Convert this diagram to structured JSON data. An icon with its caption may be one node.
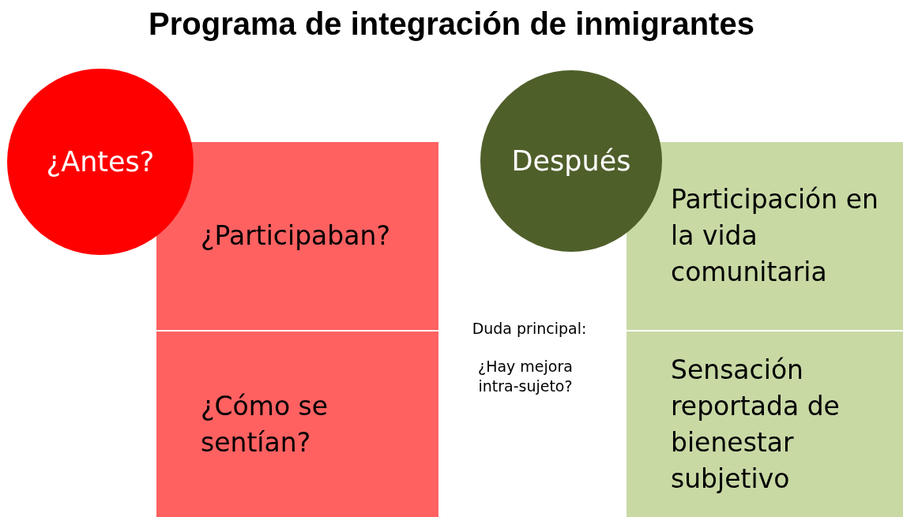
{
  "diagram": {
    "title": "Programa de integración de inmigrantes",
    "nodes": [
      {
        "text": [
          "¿Antes?"
        ]
      },
      {
        "text": [
          "¿Participaban?"
        ]
      },
      {
        "text": [
          "¿Cómo se sentían?"
        ]
      },
      {
        "text": [
          "Después"
        ]
      },
      {
        "text": [
          "Participación en la vida comunitaria"
        ]
      },
      {
        "text": [
          "Sensación reportada de bienestar subjetivo"
        ]
      }
    ],
    "labels": [
      "Duda principal:",
      "¿Hay mejora intra-sujeto?"
    ]
  }
}
